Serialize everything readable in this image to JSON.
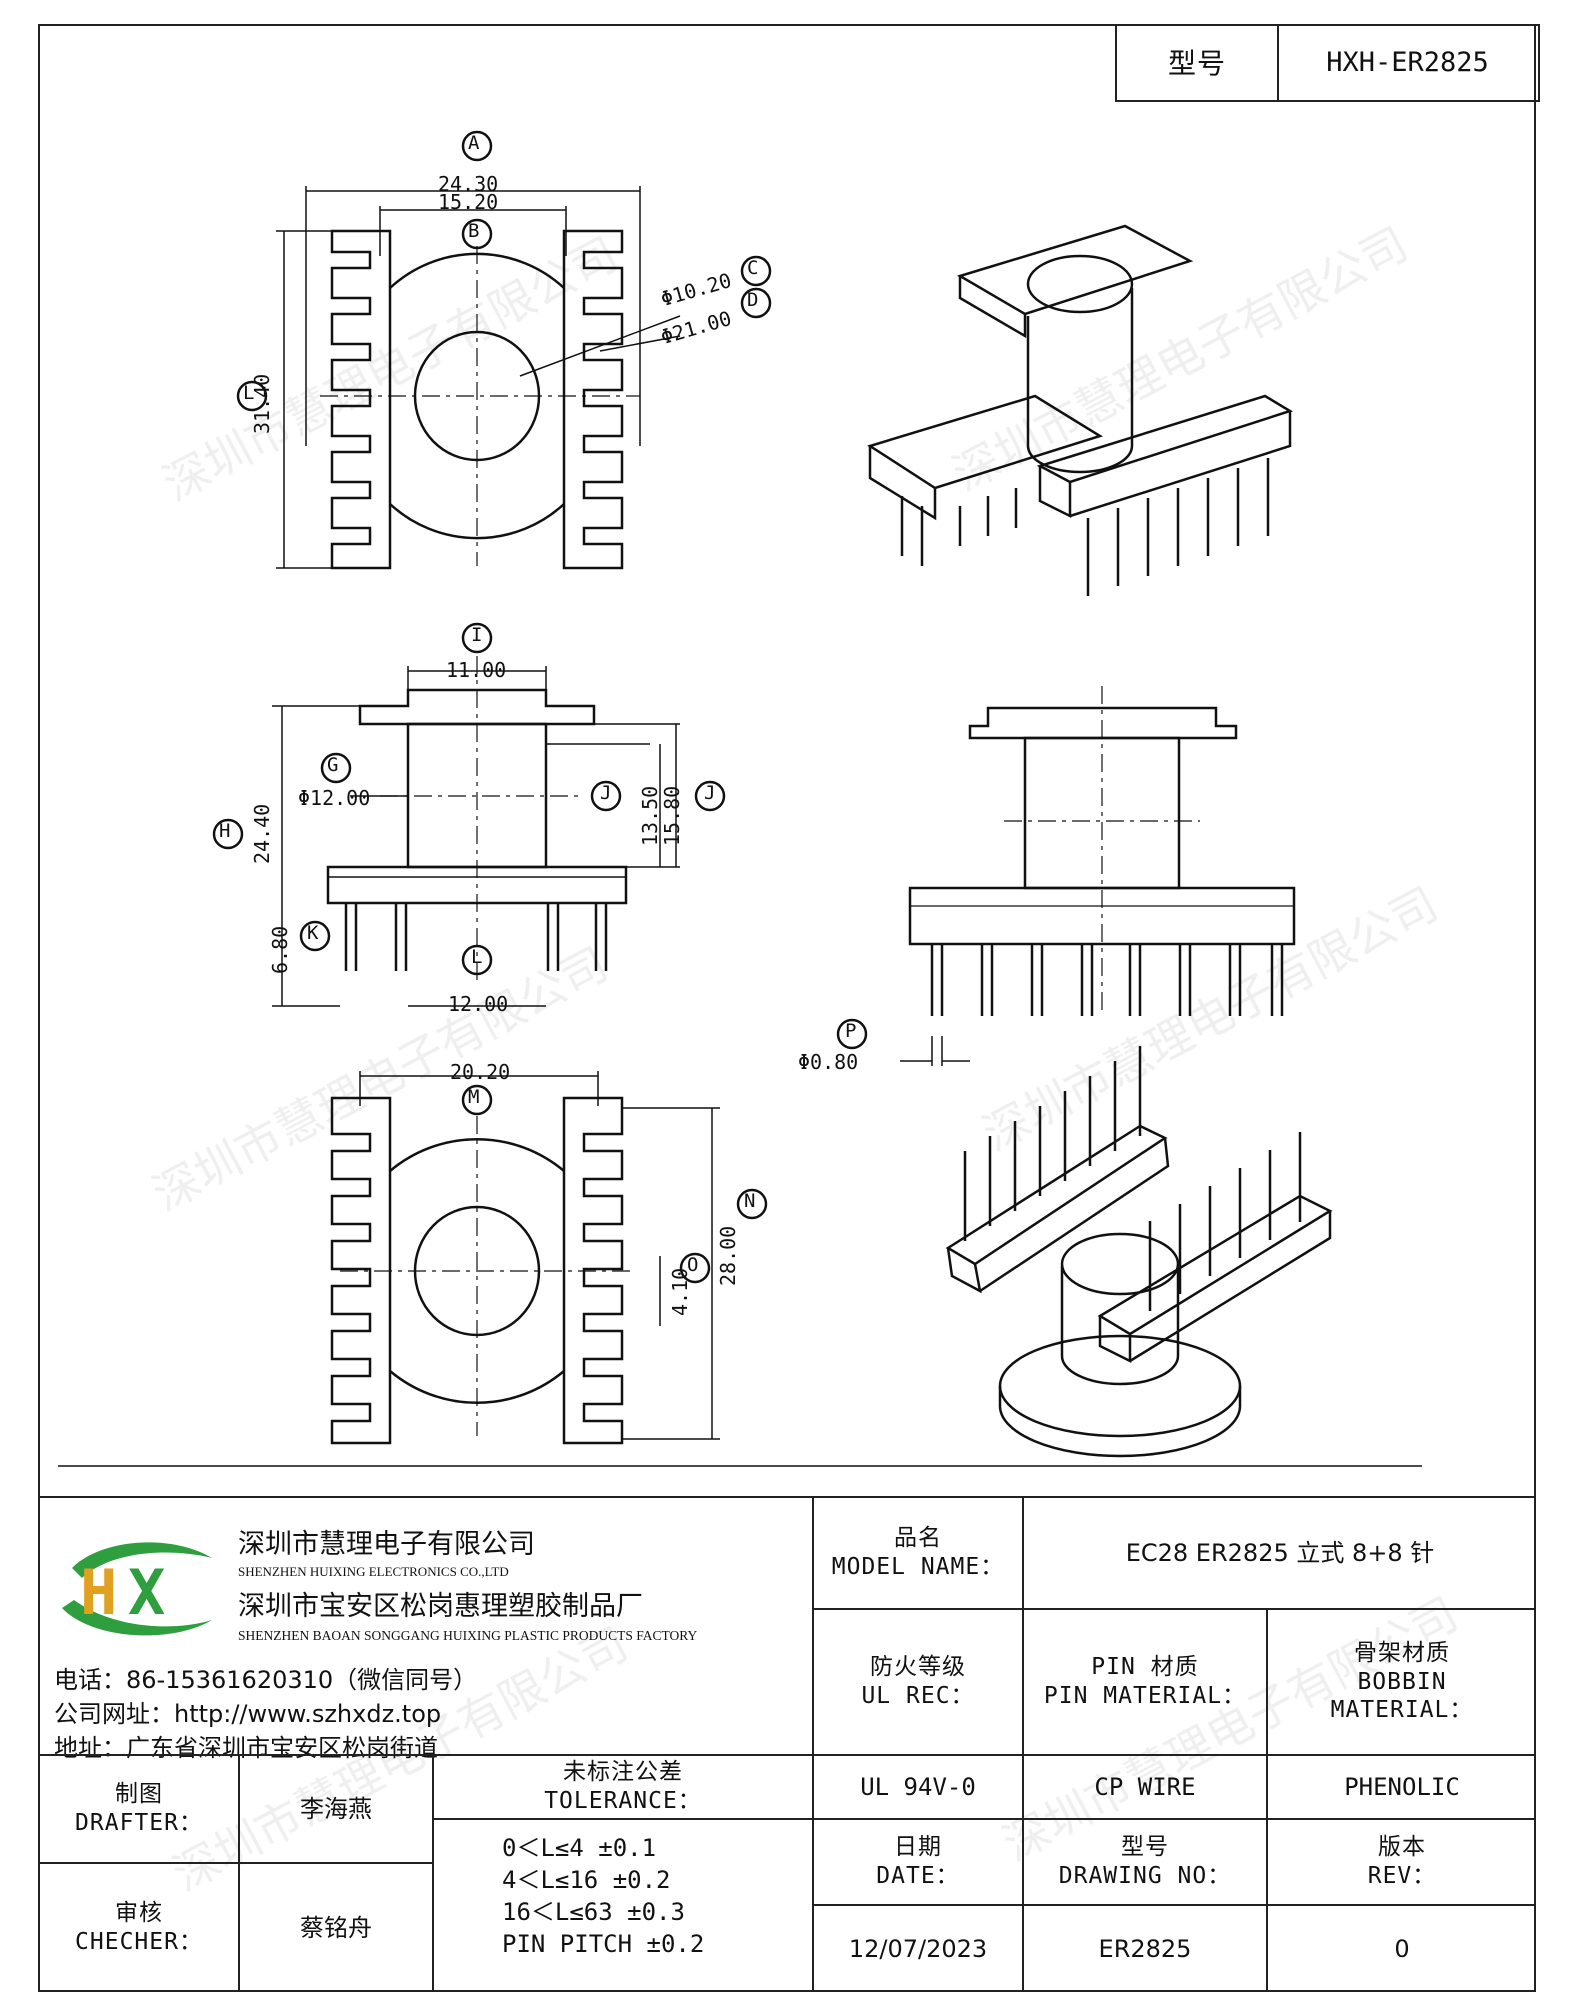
{
  "header": {
    "model_label": "型号",
    "model_value": "HXH-ER2825"
  },
  "drawing": {
    "circle_labels": [
      "A",
      "B",
      "C",
      "D",
      "L",
      "I",
      "G",
      "H",
      "J",
      "J",
      "K",
      "L",
      "P",
      "M",
      "N",
      "O"
    ],
    "dims": {
      "a": "24.30",
      "b": "15.20",
      "c": "Φ10.20",
      "d": "Φ21.00",
      "l_side": "31.40",
      "i": "11.00",
      "g": "Φ12.00",
      "h": "24.40",
      "j1": "13.50",
      "j2": "15.80",
      "k": "6.80",
      "l_bottom": "12.00",
      "p": "Φ0.80",
      "m": "20.20",
      "n": "28.00",
      "o": "4.10"
    }
  },
  "watermark": "深圳市慧理电子有限公司",
  "company": {
    "logo_text": "HX",
    "name_cn": "深圳市慧理电子有限公司",
    "name_en": "SHENZHEN HUIXING ELECTRONICS CO.,LTD",
    "factory_cn": "深圳市宝安区松岗惠理塑胶制品厂",
    "factory_en": "SHENZHEN BAOAN SONGGANG HUIXING PLASTIC PRODUCTS FACTORY",
    "phone": "电话：86-15361620310（微信同号）",
    "website": "公司网址：http://www.szhxdz.top",
    "address": "地址：广东省深圳市宝安区松岗街道"
  },
  "title_block": {
    "model_name_cn": "品名",
    "model_name_en": "MODEL NAME：",
    "model_name_value": "EC28 ER2825 立式 8+8 针",
    "fire_cn": "防火等级",
    "fire_en": "UL REC：",
    "pin_cn": "PIN 材质",
    "pin_en": "PIN MATERIAL：",
    "bobbin_cn": "骨架材质",
    "bobbin_en1": "BOBBIN",
    "bobbin_en2": "MATERIAL：",
    "fire_value": "UL 94V-0",
    "pin_value": "CP WIRE",
    "bobbin_value": "PHENOLIC",
    "drafter_cn": "制图",
    "drafter_en": "DRAFTER：",
    "drafter_value": "李海燕",
    "checker_cn": "审核",
    "checker_en": "CHECHER：",
    "checker_value": "蔡铭舟",
    "tol_cn": "未标注公差",
    "tol_en": "TOLERANCE：",
    "tol_lines": [
      "0＜L≤4  ±0.1",
      "4＜L≤16 ±0.2",
      "16＜L≤63 ±0.3",
      "PIN PITCH ±0.2"
    ],
    "date_cn": "日期",
    "date_en": "DATE：",
    "date_value": "12/07/2023",
    "dwg_cn": "型号",
    "dwg_en": "DRAWING NO：",
    "dwg_value": "ER2825",
    "rev_cn": "版本",
    "rev_en": "REV：",
    "rev_value": "0"
  }
}
